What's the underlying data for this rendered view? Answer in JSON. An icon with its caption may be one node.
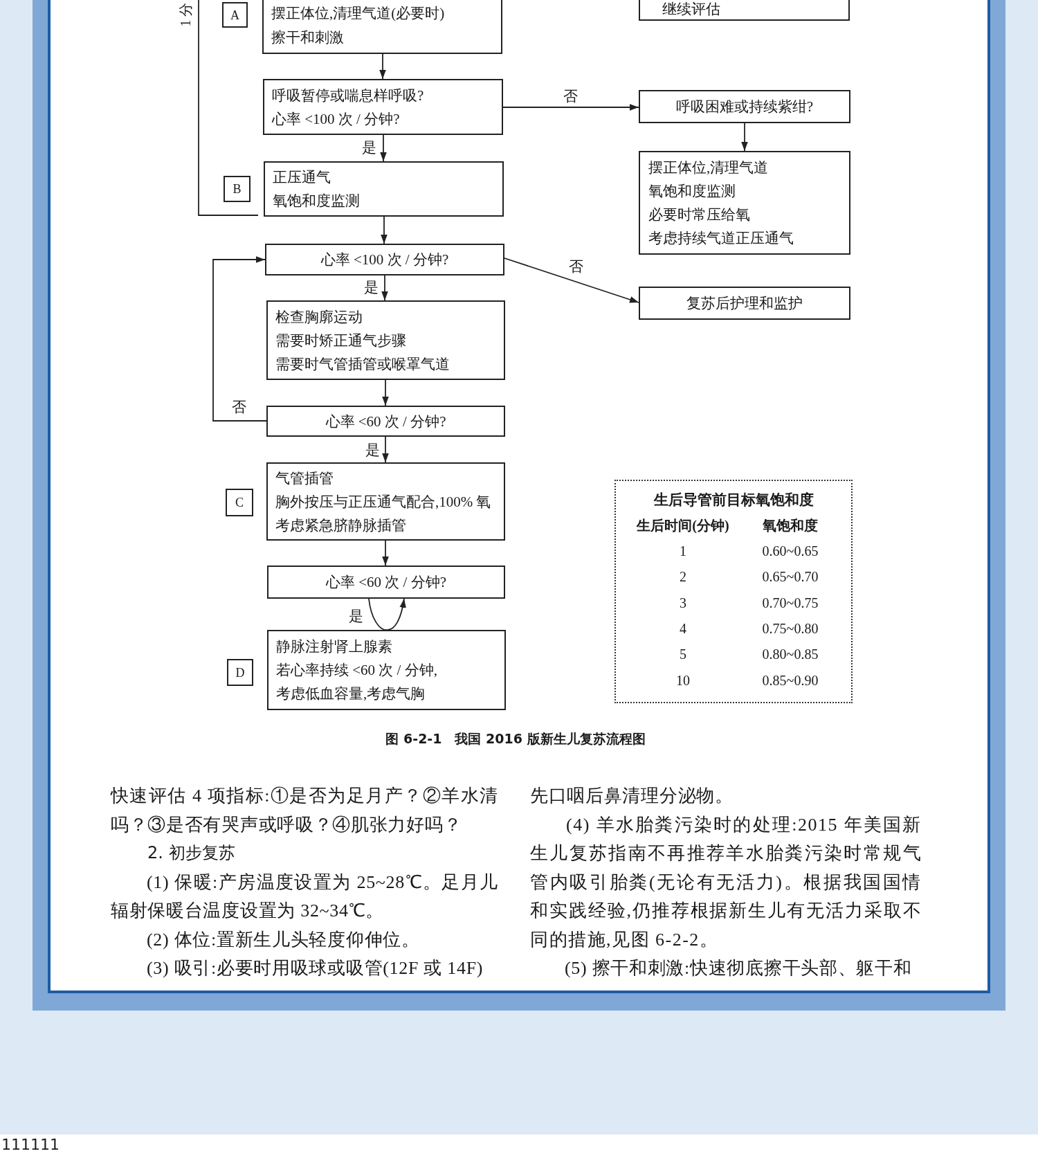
{
  "diagram": {
    "caption": "图 6-2-1　我国 2016 版新生儿复苏流程图",
    "nodes": [
      {
        "text": [
          "A"
        ]
      },
      {
        "text": [
          "摆正体位,清理气道(必要时)",
          "擦干和刺激"
        ]
      },
      {
        "text": [
          "继续评估"
        ]
      },
      {
        "text": [
          "呼吸暂停或喘息样呼吸?",
          "心率 <100 次 / 分钟?"
        ]
      },
      {
        "text": [
          "呼吸困难或持续紫绀?"
        ]
      },
      {
        "text": [
          "B"
        ]
      },
      {
        "text": [
          "正压通气",
          "氧饱和度监测"
        ]
      },
      {
        "text": [
          "摆正体位,清理气道",
          "氧饱和度监测",
          "必要时常压给氧",
          "考虑持续气道正压通气"
        ]
      },
      {
        "text": [
          "心率 <100 次 / 分钟?"
        ]
      },
      {
        "text": [
          "复苏后护理和监护"
        ]
      },
      {
        "text": [
          "检查胸廓运动",
          "需要时矫正通气步骤",
          "需要时气管插管或喉罩气道"
        ]
      },
      {
        "text": [
          "心率 <60 次 / 分钟?"
        ]
      },
      {
        "text": [
          "C"
        ]
      },
      {
        "text": [
          "气管插管",
          "胸外按压与正压通气配合,100% 氧",
          "考虑紧急脐静脉插管"
        ]
      },
      {
        "text": [
          "心率 <60 次 / 分钟?"
        ]
      },
      {
        "text": [
          "生后导管前目标氧饱和度"
        ]
      },
      {
        "text": [
          "D"
        ]
      },
      {
        "text": [
          "静脉注射肾上腺素",
          "若心率持续 <60 次 / 分钟,",
          "考虑低血容量,考虑气胸"
        ]
      }
    ],
    "edges": [
      {
        "from": 1,
        "to": 3,
        "arrow": "to"
      },
      {
        "from": 3,
        "to": 4,
        "arrow": "to",
        "label": "否"
      },
      {
        "from": 4,
        "to": 7,
        "arrow": "to"
      },
      {
        "from": 3,
        "to": 6,
        "arrow": "to",
        "label": "是"
      },
      {
        "from": 6,
        "to": 8,
        "arrow": "to"
      },
      {
        "from": 8,
        "to": 9,
        "arrow": "to",
        "label": "否"
      },
      {
        "from": 8,
        "to": 10,
        "arrow": "to",
        "label": "是"
      },
      {
        "from": 10,
        "to": 11,
        "arrow": "to"
      },
      {
        "from": 11,
        "to": 8,
        "arrow": "to",
        "label": "否"
      },
      {
        "from": 11,
        "to": 13,
        "arrow": "to",
        "label": "是"
      },
      {
        "from": 13,
        "to": 14,
        "arrow": "to"
      },
      {
        "from": 14,
        "to": 17,
        "arrow": "none",
        "label": "是"
      },
      {
        "from": 17,
        "to": 14,
        "arrow": "to"
      }
    ],
    "labels": [
      "1 分",
      "生后时间(分钟)",
      "氧饱和度",
      "1",
      "0.60~0.65",
      "2",
      "0.65~0.70",
      "3",
      "0.70~0.75",
      "4",
      "0.75~0.80",
      "5",
      "0.80~0.85",
      "10",
      "0.85~0.90",
      "快速评估 4 项指标:①是否为足月产？②羊水清吗？③是否有哭声或呼吸？④肌张力好吗？",
      "2. 初步复苏",
      "(1) 保暖:产房温度设置为 25~28℃。足月儿辐射保暖台温度设置为 32~34℃。",
      "(2) 体位:置新生儿头轻度仰伸位。",
      "(3) 吸引:必要时用吸球或吸管(12F 或 14F)",
      "先口咽后鼻清理分泌物。",
      "(4) 羊水胎粪污染时的处理:2015 年美国新生儿复苏指南不再推荐羊水胎粪污染时常规气管内吸引胎粪(无论有无活力)。根据我国国情和实践经验,仍推荐根据新生儿有无活力采取不同的措施,见图 6-2-2。",
      "(5) 擦干和刺激:快速彻底擦干头部、躯干和",
      "111111"
    ]
  }
}
